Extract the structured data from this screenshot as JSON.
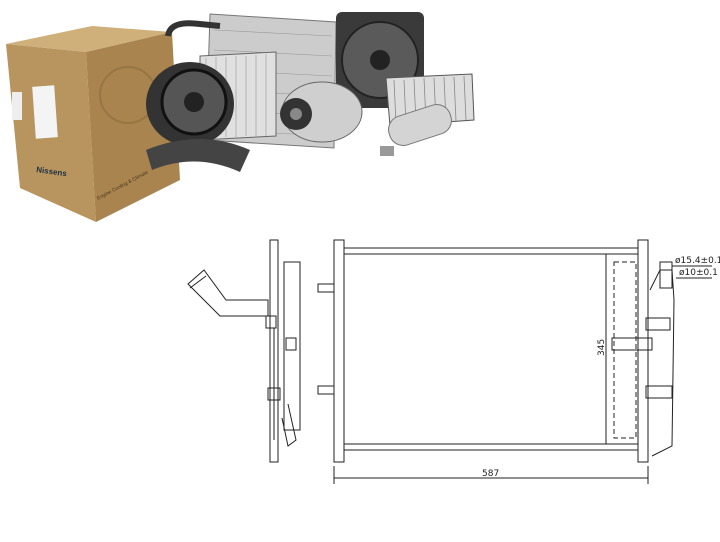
{
  "product_photo": {
    "box_brand": "Nissens",
    "box_tagline": "Engine Cooling & Climate",
    "parts": [
      "box-icon",
      "blower-motor-icon",
      "condenser-icon",
      "radiator-fan-icon",
      "ac-compressor-icon",
      "heater-core-icon",
      "receiver-drier-icon",
      "evaporator-icon"
    ]
  },
  "drawing": {
    "width_label": "587",
    "height_label": "345",
    "pipe_diameter_1": "ø15.4±0.1",
    "pipe_diameter_2": "ø10±0.1"
  },
  "colors": {
    "box": "#b8955e",
    "line": "#222222"
  }
}
